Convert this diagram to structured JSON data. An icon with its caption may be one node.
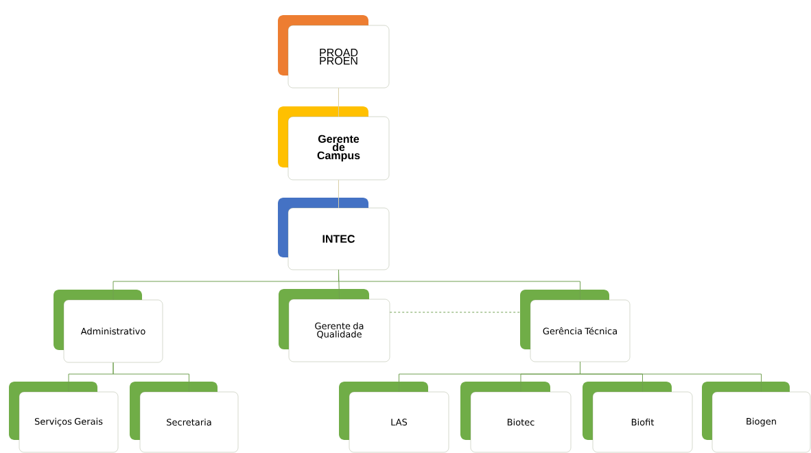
{
  "diagram": {
    "nodes": [
      {
        "text": [
          "PROAD PROEN"
        ]
      },
      {
        "text": [
          "Gerente de Campus"
        ]
      },
      {
        "text": [
          "INTEC"
        ]
      },
      {
        "text": [
          "Administrativo"
        ]
      },
      {
        "text": [
          "Gerente da Qualidade"
        ]
      },
      {
        "text": [
          "Gerência Técnica"
        ]
      },
      {
        "text": [
          "Serviços Gerais"
        ]
      },
      {
        "text": [
          "Secretaria"
        ]
      },
      {
        "text": [
          "LAS"
        ]
      },
      {
        "text": [
          "Biotec"
        ]
      },
      {
        "text": [
          "Biofit"
        ]
      },
      {
        "text": [
          "Biogen"
        ]
      }
    ],
    "edges": [
      {
        "from": 0,
        "to": 1,
        "arrow": "none",
        "color": "#d9cfa6"
      },
      {
        "from": 1,
        "to": 2,
        "arrow": "none",
        "color": "#d9cfa6"
      },
      {
        "from": 2,
        "to": 3,
        "arrow": "none"
      },
      {
        "from": 2,
        "to": 4,
        "arrow": "none"
      },
      {
        "from": 2,
        "to": 5,
        "arrow": "none"
      },
      {
        "from": 4,
        "to": 5,
        "arrow": "none",
        "style": "dashed"
      },
      {
        "from": 3,
        "to": 6,
        "arrow": "none"
      },
      {
        "from": 3,
        "to": 7,
        "arrow": "none"
      },
      {
        "from": 5,
        "to": 8,
        "arrow": "none"
      },
      {
        "from": 5,
        "to": 9,
        "arrow": "none"
      },
      {
        "from": 5,
        "to": 10,
        "arrow": "none"
      },
      {
        "from": 5,
        "to": 11,
        "arrow": "none"
      }
    ]
  }
}
